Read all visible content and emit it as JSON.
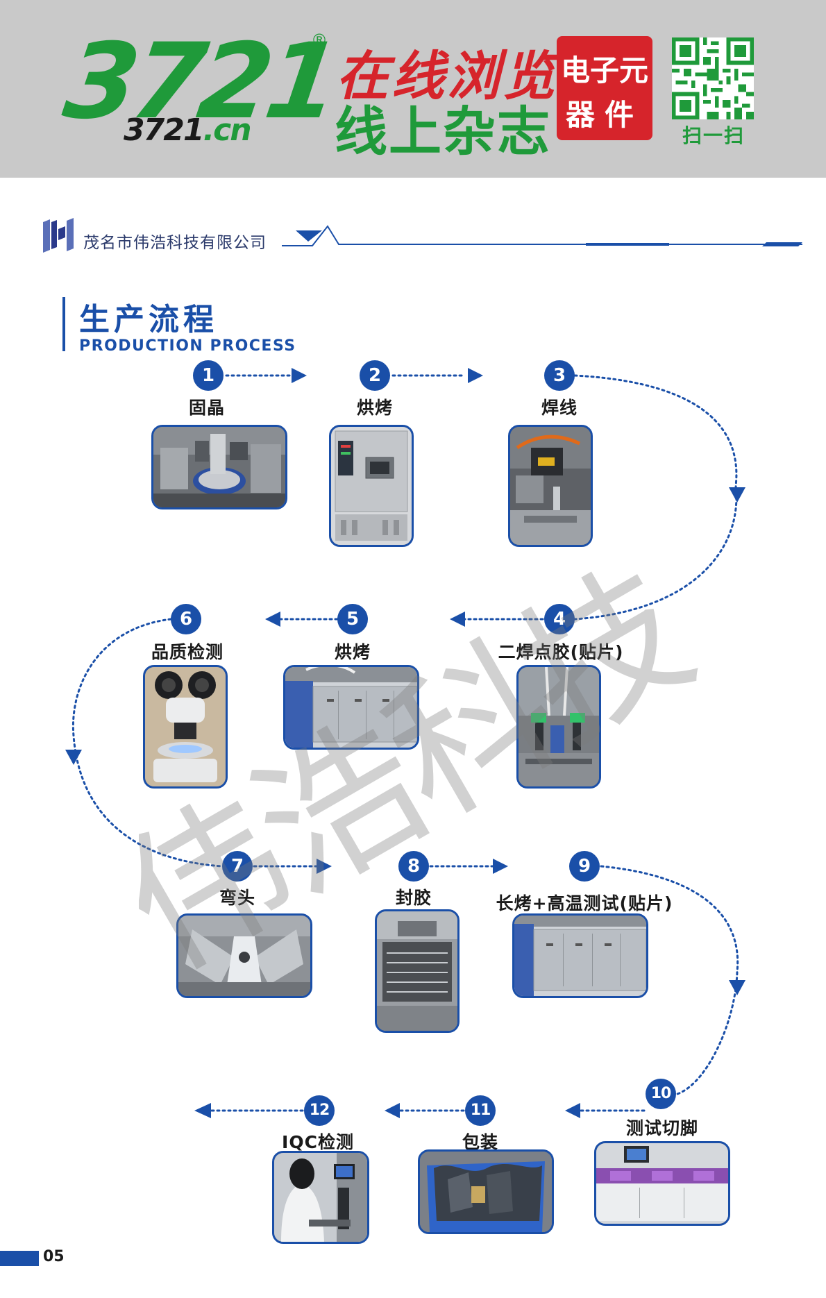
{
  "banner": {
    "logo_number": "3721",
    "logo_registered": "®",
    "logo_domain_a": "3721",
    "logo_domain_b": ".cn",
    "slogan_line1": "在线浏览",
    "slogan_line2": "线上杂志",
    "stamp_line1": "电子元",
    "stamp_line2": "器件",
    "qr_label": "扫一扫",
    "colors": {
      "green": "#1f9a3a",
      "red": "#d6242b",
      "gray": "#c9c9c9"
    }
  },
  "header": {
    "company_name": "茂名市伟浩科技有限公司",
    "brand_color": "#1a4fa8"
  },
  "section": {
    "title": "生产流程",
    "subtitle": "PRODUCTION PROCESS"
  },
  "steps": [
    {
      "num": "1",
      "label": "固晶",
      "photo": "die-bonding-machine"
    },
    {
      "num": "2",
      "label": "烘烤",
      "photo": "baking-oven"
    },
    {
      "num": "3",
      "label": "焊线",
      "photo": "wire-bonding-machine"
    },
    {
      "num": "4",
      "label": "二焊点胶(贴片)",
      "photo": "glue-dispensing-machine"
    },
    {
      "num": "5",
      "label": "烘烤",
      "photo": "baking-line"
    },
    {
      "num": "6",
      "label": "品质检测",
      "photo": "microscope"
    },
    {
      "num": "7",
      "label": "弯头",
      "photo": "lead-bending-machine"
    },
    {
      "num": "8",
      "label": "封胶",
      "photo": "encapsulation-mold"
    },
    {
      "num": "9",
      "label": "长烤+高温测试(贴片)",
      "photo": "long-baking-ovens"
    },
    {
      "num": "10",
      "label": "测试切脚",
      "photo": "testing-cutting-machine"
    },
    {
      "num": "11",
      "label": "包装",
      "photo": "packaging-bin"
    },
    {
      "num": "12",
      "label": "IQC检测",
      "photo": "iqc-inspection"
    }
  ],
  "watermark": "伟浩科技",
  "footer": {
    "page_number": "05"
  }
}
